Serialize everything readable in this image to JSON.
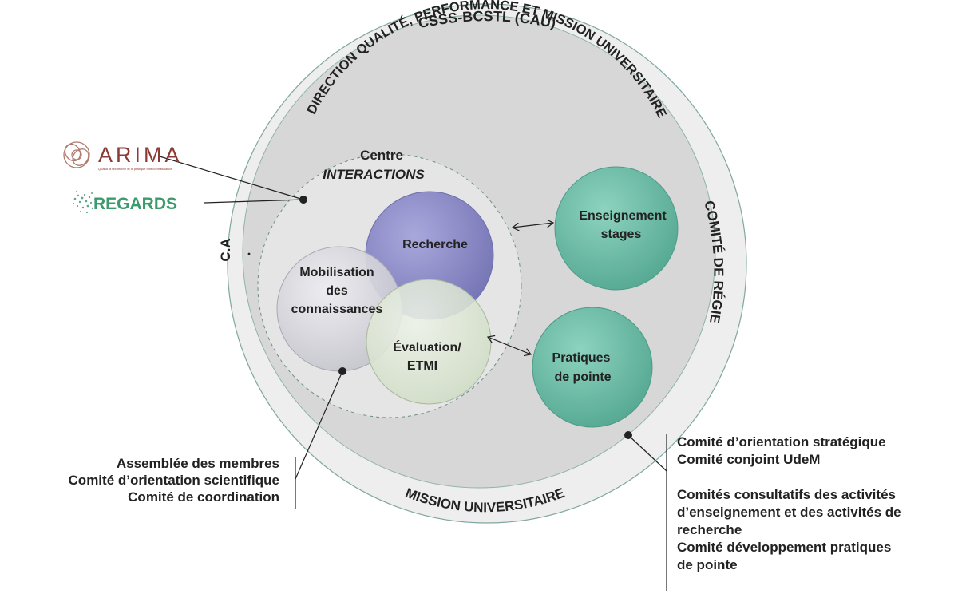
{
  "outer_ring": {
    "title": "CSSS-BCSTL (CAU)",
    "left_label": "C.A",
    "right_label": "COMITÉ DE RÉGIE",
    "bottom_label": "MISSION UNIVERSITAIRE"
  },
  "direction_arc": "DIRECTION QUALITÉ, PERFORMANCE ET MISSION UNIVERSITAIRE",
  "centre": {
    "line1": "Centre",
    "line2": "INTERACTIONS"
  },
  "circles": {
    "recherche": "Recherche",
    "mobilisation": [
      "Mobilisation",
      "des",
      "connaissances"
    ],
    "evaluation": [
      "Évaluation/",
      "ETMI"
    ],
    "enseignement": [
      "Enseignement",
      "stages"
    ],
    "pratiques": [
      "Pratiques",
      "de pointe"
    ]
  },
  "logos": {
    "arima": "ARIMA",
    "arima_tagline": "Quand la recherche et la pratique font connaissance",
    "regards": "REGARDS"
  },
  "left_list": [
    "Assemblée des  membres",
    "Comité d’orientation scientifique",
    "Comité de coordination"
  ],
  "right_list_top": [
    "Comité d’orientation stratégique",
    "Comité conjoint UdeM"
  ],
  "right_list_bottom": [
    "Comités consultatifs des activités",
    "d’enseignement et des activités de",
    "recherche",
    "Comité développement pratiques",
    "de pointe"
  ],
  "colors": {
    "outer_ring": "#eeeeee",
    "inner_disc": "#d7d7d7",
    "recherche": "#8a88c6",
    "mobilisation": "#d9d9df",
    "evaluation": "#dde6d4",
    "teal": "#6fbfaa",
    "ring_stroke": "#7fa7a0"
  }
}
